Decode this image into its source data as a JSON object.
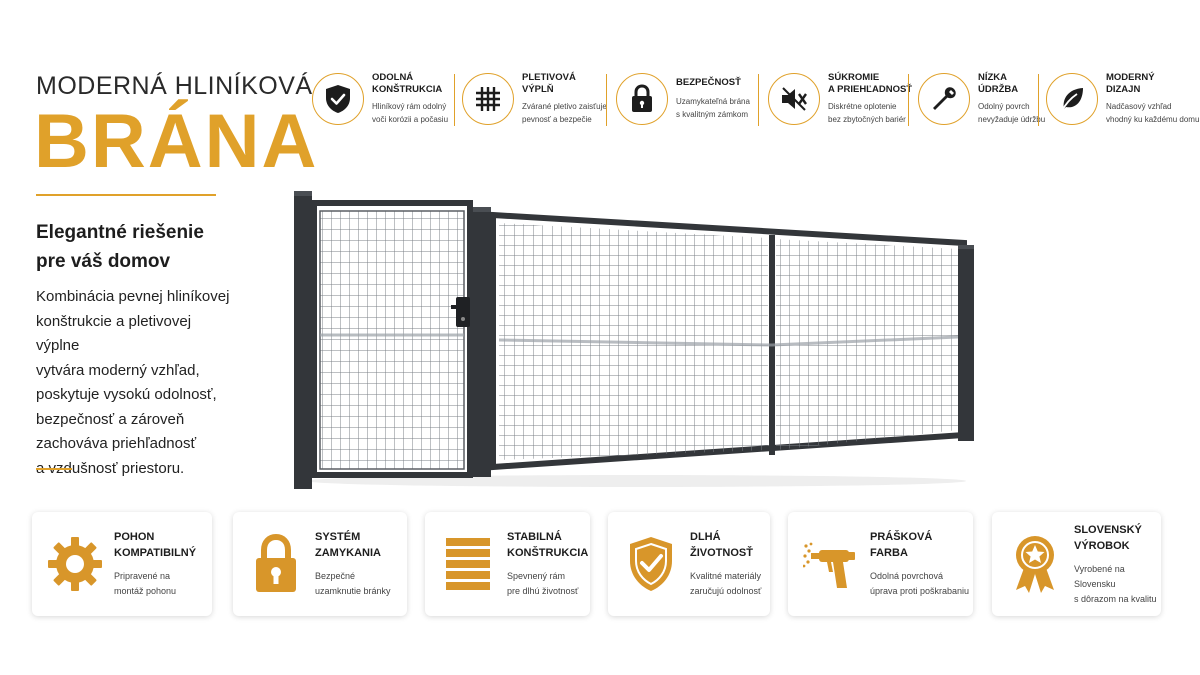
{
  "hero": {
    "title_top": "MODERNÁ HLINÍKOVÁ",
    "title_big": "BRÁNA",
    "subtitle_line1": "Elegantné riešenie",
    "subtitle_line2": "pre váš domov",
    "body_lines": [
      "Kombinácia pevnej hliníkovej",
      "konštrukcie a pletivovej výplne",
      "vytvára moderný vzhľad,",
      "poskytuje vysokú odolnosť,",
      "bezpečnosť a zároveň",
      "zachováva priehľadnosť",
      "a vzdušnosť priestoru."
    ]
  },
  "top_features": [
    {
      "icon": "shield-check-icon",
      "title1": "ODOLNÁ",
      "title2": "KONŠTRUKCIA",
      "desc1": "Hliníkový rám odolný",
      "desc2": "voči korózii a počasiu"
    },
    {
      "icon": "mesh-grid-icon",
      "title1": "PLETIVOVÁ",
      "title2": "VÝPLŇ",
      "desc1": "Zvárané pletivo zaisťuje",
      "desc2": "pevnosť a bezpečie"
    },
    {
      "icon": "padlock-icon",
      "title1": "BEZPEČNOSŤ",
      "title2": "",
      "desc1": "Uzamykateľná brána",
      "desc2": "s kvalitným zámkom"
    },
    {
      "icon": "eye-slash-icon",
      "title1": "SÚKROMIE",
      "title2": "A PRIEHĽADNOSŤ",
      "desc1": "Diskrétne oplotenie",
      "desc2": "bez zbytočných bariér"
    },
    {
      "icon": "wrench-icon",
      "title1": "NÍZKA",
      "title2": "ÚDRŽBA",
      "desc1": "Odolný povrch",
      "desc2": "nevyžaduje údržbu"
    },
    {
      "icon": "leaf-icon",
      "title1": "MODERNÝ",
      "title2": "DIZAJN",
      "desc1": "Nadčasový vzhľad",
      "desc2": "vhodný ku každému domu"
    }
  ],
  "bottom_cards": [
    {
      "icon": "gear-icon",
      "title1": "POHON",
      "title2": "KOMPATIBILNÝ",
      "desc1": "Pripravené na",
      "desc2": "montáž pohonu"
    },
    {
      "icon": "padlock-icon",
      "title1": "SYSTÉM",
      "title2": "ZAMYKANIA",
      "desc1": "Bezpečné",
      "desc2": "uzamknutie bránky"
    },
    {
      "icon": "stacked-bars-icon",
      "title1": "STABILNÁ",
      "title2": "KONŠTRUKCIA",
      "desc1": "Spevnený rám",
      "desc2": "pre dlhú životnosť"
    },
    {
      "icon": "shield-check-icon",
      "title1": "DLHÁ",
      "title2": "ŽIVOTNOSŤ",
      "desc1": "Kvalitné materiály",
      "desc2": "zaručujú odolnosť"
    },
    {
      "icon": "spray-gun-icon",
      "title1": "PRÁŠKOVÁ",
      "title2": "FARBA",
      "desc1": "Odolná povrchová",
      "desc2": "úprava proti poškrabaniu"
    },
    {
      "icon": "award-medal-icon",
      "title1": "SLOVENSKÝ",
      "title2": "VÝROBOK",
      "desc1": "Vyrobené na Slovensku",
      "desc2": "s dôrazom na kvalitu"
    }
  ],
  "colors": {
    "accent": "#e0a12a",
    "frame": "#33363a",
    "text": "#1d1d1d"
  }
}
